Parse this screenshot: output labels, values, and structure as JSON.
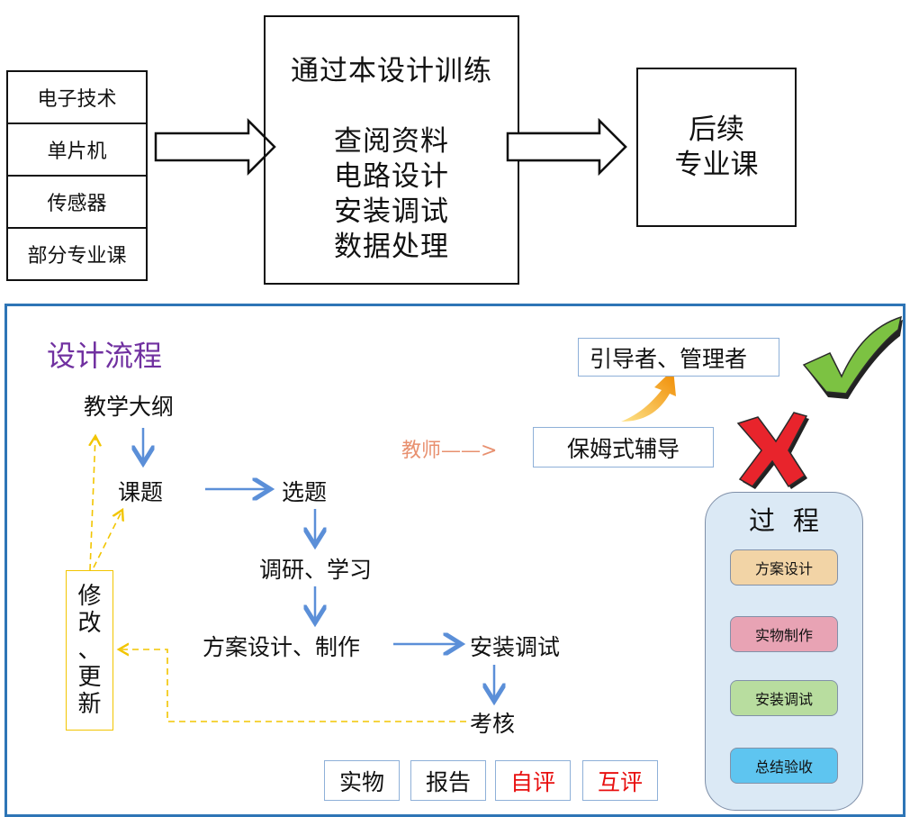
{
  "top": {
    "prerequisites": [
      "电子技术",
      "单片机",
      "传感器",
      "部分专业课"
    ],
    "center": {
      "title": "通过本设计训练",
      "lines": [
        "查阅资料",
        "电路设计",
        "安装调试",
        "数据处理"
      ]
    },
    "result": {
      "lines": [
        "后续",
        "专业课"
      ]
    }
  },
  "flow": {
    "title": "设计流程",
    "nodes": {
      "syllabus": "教学大纲",
      "topic": "课题",
      "select": "选题",
      "research": "调研、学习",
      "design": "方案设计、制作",
      "install": "安装调试",
      "assess": "考核"
    },
    "revise_chars": [
      "修",
      "改",
      "、",
      "更",
      "新"
    ],
    "teacher": {
      "label": "教师——>",
      "wrong_role": "保姆式辅导",
      "right_role": "引导者、管理者",
      "check_icon": "check-mark-icon",
      "cross_icon": "cross-mark-icon",
      "up_arrow_icon": "curved-up-arrow-icon"
    },
    "evaluations": [
      {
        "label": "实物",
        "color": "#111111"
      },
      {
        "label": "报告",
        "color": "#111111"
      },
      {
        "label": "自评",
        "color": "#e81010"
      },
      {
        "label": "互评",
        "color": "#e81010"
      }
    ],
    "process": {
      "title": "过程",
      "title_chars": [
        "过",
        "程"
      ],
      "items": [
        {
          "label": "方案设计",
          "color": "#f2d4a6"
        },
        {
          "label": "实物制作",
          "color": "#e8a3b4"
        },
        {
          "label": "安装调试",
          "color": "#b8dd9f"
        },
        {
          "label": "总结验收",
          "color": "#5ec5f0"
        }
      ]
    },
    "colors": {
      "frame": "#2e75b6",
      "flow_arrow": "#5b8fd8",
      "feedback": "#f2c500",
      "title": "#7030a0"
    }
  }
}
